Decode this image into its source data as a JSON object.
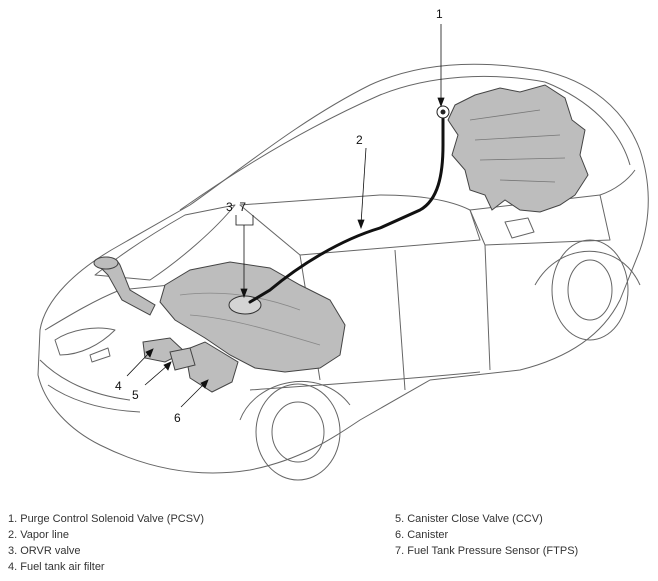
{
  "callouts": {
    "c1": "1",
    "c2": "2",
    "c3_7": "3  7",
    "c4": "4",
    "c5": "5",
    "c6": "6"
  },
  "legend": {
    "left": [
      "1. Purge Control Solenoid Valve (PCSV)",
      "2. Vapor line",
      "3. ORVR valve",
      "4. Fuel tank air filter"
    ],
    "right": [
      "5. Canister Close Valve (CCV)",
      "6. Canister",
      "7. Fuel Tank Pressure Sensor (FTPS)"
    ]
  },
  "colors": {
    "outline": "#555555",
    "component_fill": "#bdbdbd",
    "vapor_line": "#111111"
  }
}
